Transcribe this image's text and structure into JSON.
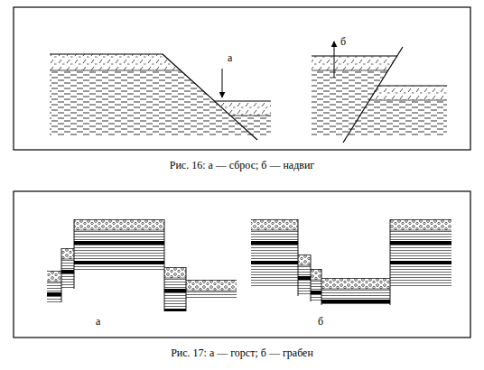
{
  "diagram": {
    "labels": [
      "а",
      "б",
      "Рис. 16: а — сброс; б — надвиг",
      "а",
      "б",
      "Рис. 17: а — горст; б — грабен"
    ]
  }
}
